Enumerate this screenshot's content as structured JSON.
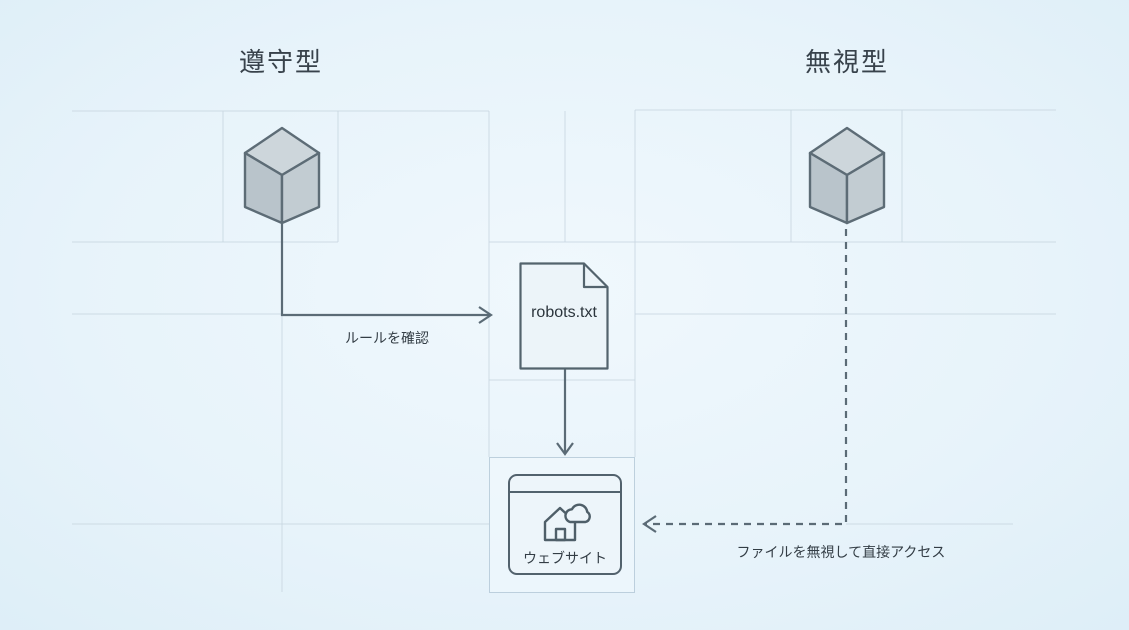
{
  "sections": {
    "compliant": {
      "title": "遵守型"
    },
    "ignoring": {
      "title": "無視型"
    }
  },
  "nodes": {
    "compliant_crawler": {
      "icon": "cube-icon"
    },
    "ignoring_crawler": {
      "icon": "cube-icon"
    },
    "robots_file": {
      "label": "robots.txt",
      "icon": "document-icon"
    },
    "website": {
      "label": "ウェブサイト",
      "icon": "browser-house-cloud-icon"
    }
  },
  "edges": {
    "check_rules": {
      "label": "ルールを確認",
      "style": "solid",
      "from": "compliant_crawler",
      "to": "robots_file"
    },
    "read_file": {
      "label": "",
      "style": "solid",
      "from": "robots_file",
      "to": "website"
    },
    "direct_access": {
      "label": "ファイルを無視して直接アクセス",
      "style": "dashed",
      "from": "ignoring_crawler",
      "to": "website"
    }
  },
  "colors": {
    "background": "#e6f2fa",
    "grid_line": "#c9d7e1",
    "stroke": "#5b6b76",
    "text": "#333d45",
    "cube_top": "#cdd6db",
    "cube_left": "#b9c4cb",
    "cube_right": "#c2ccd2"
  }
}
